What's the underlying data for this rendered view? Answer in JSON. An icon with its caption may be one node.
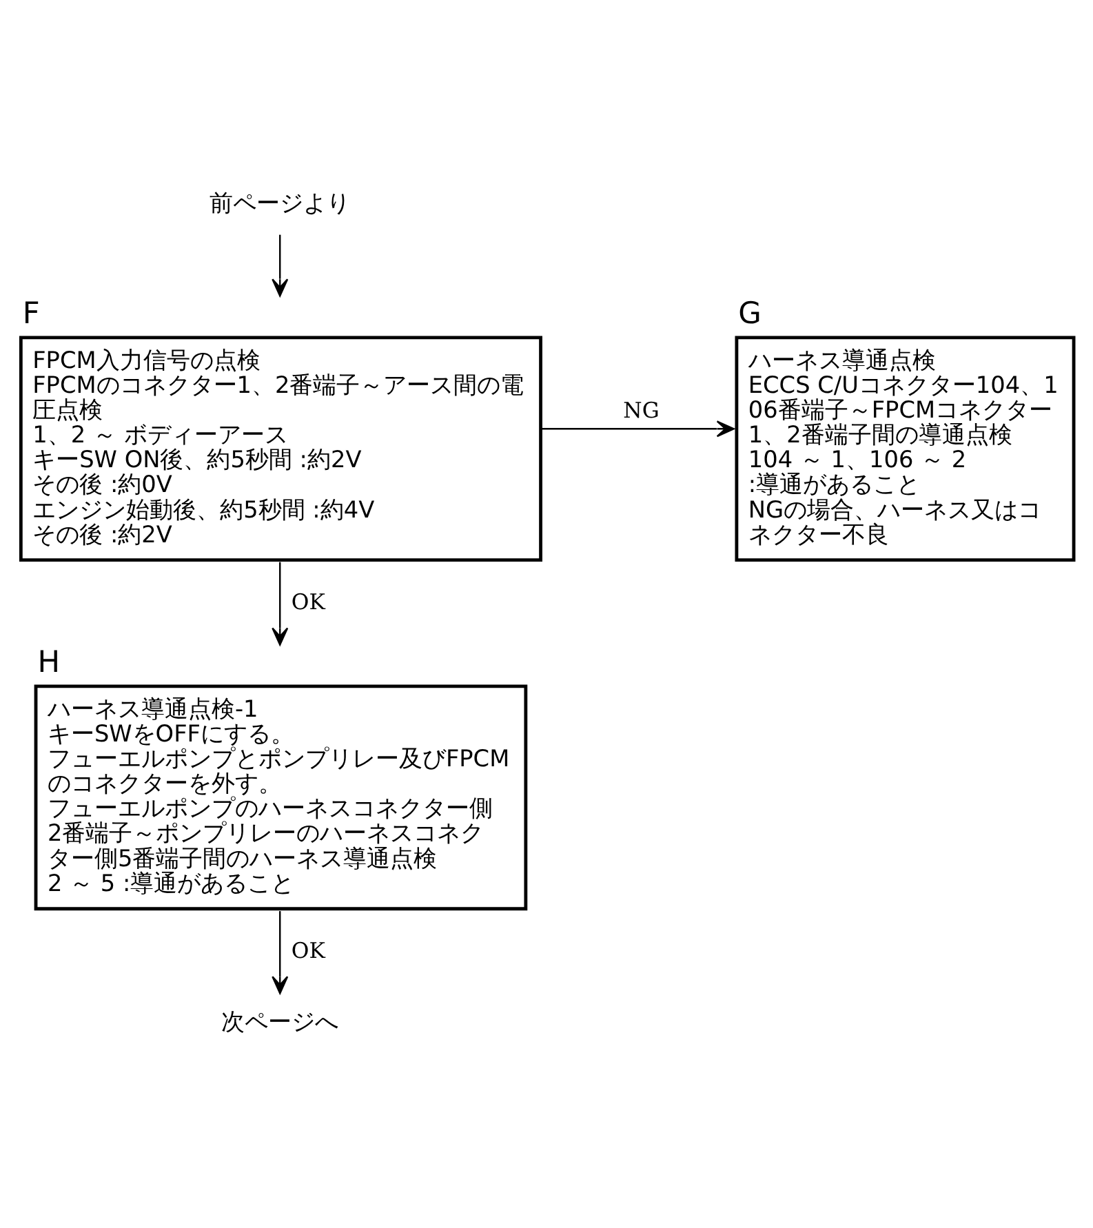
{
  "diagram": {
    "nodes": [
      {
        "text": [
          "前ページより"
        ]
      },
      {
        "text": [
          "F",
          "FPCM入力信号の点検",
          "FPCMのコネクター1、2番端子～アース間の電圧点検",
          "1、2 ～ ボディーアース",
          "キーSW ON後、約5秒間 :約2V",
          "その後 :約0V",
          "エンジン始動後、約5秒間 :約4V",
          "その後 :約2V"
        ]
      },
      {
        "text": [
          "G",
          "ハーネス導通点検",
          "ECCS C/Uコネクター104、106番端子～FPCMコネクター1、2番端子間の導通点検",
          "104 ～ 1、106 ～ 2",
          ":導通があること",
          "NGの場合、ハーネス又はコネクター不良"
        ]
      },
      {
        "text": [
          "H",
          "ハーネス導通点検-1",
          "キーSWをOFFにする。",
          "フューエルポンプとポンプリレー及びFPCMのコネクターを外す。",
          "フューエルポンプのハーネスコネクター側2番端子～ポンプリレーのハーネスコネクター側5番端子間のハーネス導通点検",
          "2 ～ 5 :導通があること"
        ]
      },
      {
        "text": [
          "次ページへ"
        ]
      }
    ],
    "edges": [
      {
        "from": 0,
        "to": 1,
        "arrow": "to"
      },
      {
        "from": 1,
        "to": 2,
        "arrow": "to",
        "label": "NG"
      },
      {
        "from": 1,
        "to": 3,
        "arrow": "to",
        "label": "OK"
      },
      {
        "from": 3,
        "to": 4,
        "arrow": "to",
        "label": "OK"
      }
    ]
  }
}
